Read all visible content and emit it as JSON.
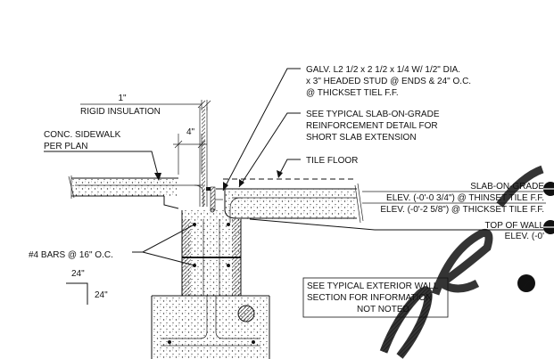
{
  "notes": {
    "galv_l1": "GALV. L2 1/2 x 2 1/2 x 1/4 W/ 1/2\" DIA.",
    "galv_l2": "x 3\" HEADED STUD @ ENDS & 24\" O.C.",
    "galv_l3": "@ THICKSET TIEL F.F.",
    "slab_l1": "SEE TYPICAL SLAB-ON-GRADE",
    "slab_l2": "REINFORCEMENT DETAIL FOR",
    "slab_l3": "SHORT SLAB EXTENSION",
    "tile_floor": "TILE FLOOR",
    "rigid_dim": "1\"",
    "rigid_label": "RIGID INSULATION",
    "sidewalk_l1": "CONC. SIDEWALK",
    "sidewalk_l2": "PER PLAN",
    "dim_4": "4\"",
    "bars": "#4 BARS @ 16\" O.C.",
    "dim_24_top": "24\"",
    "dim_24_side": "24\"",
    "sog_title": "SLAB-ON-GRADE",
    "sog_elev1": "ELEV. (-0'-0 3/4\") @ THINSET TILE F.F.",
    "sog_elev2": "ELEV. (-0'-2 5/8\") @ THICKSET TILE F.F.",
    "top_of_wall": "TOP OF WALL",
    "top_elev": "ELEV. (-0'",
    "ext_wall_l1": "SEE TYPICAL EXTERIOR WALL",
    "ext_wall_l2": "SECTION FOR INFORMATION",
    "ext_wall_l3": "NOT NOTED"
  }
}
